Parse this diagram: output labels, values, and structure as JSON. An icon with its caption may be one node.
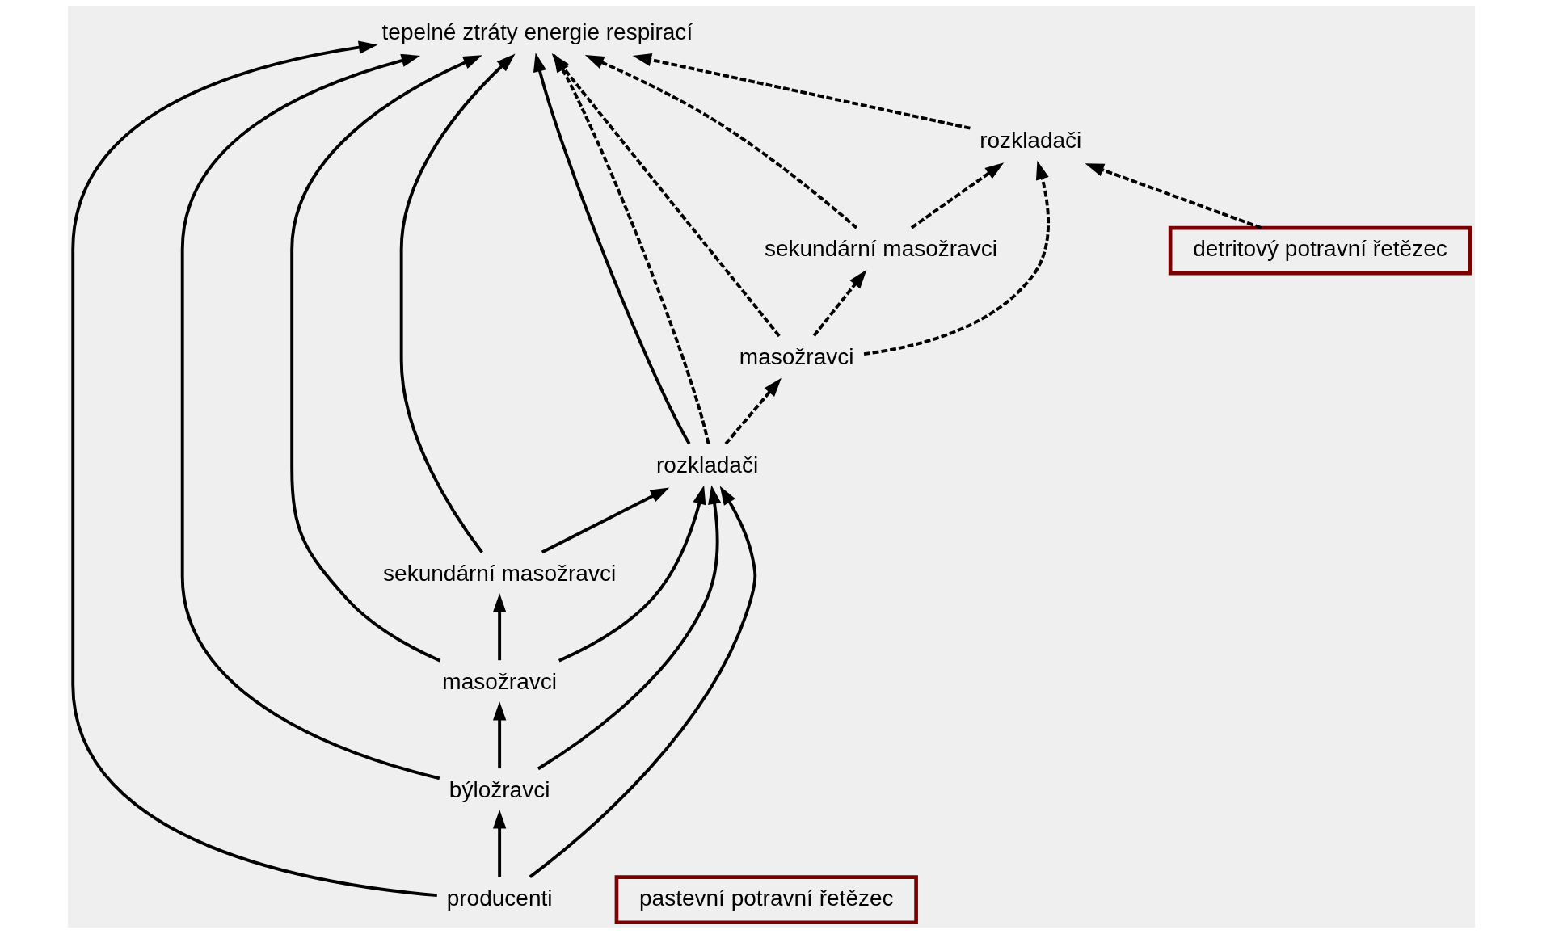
{
  "diagram": {
    "nodes": [
      {
        "text": [
          "tepelné ztráty energie respirací"
        ]
      },
      {
        "text": [
          "producenti"
        ]
      },
      {
        "text": [
          "býložravci"
        ]
      },
      {
        "text": [
          "masožravci"
        ]
      },
      {
        "text": [
          "sekundární masožravci"
        ]
      },
      {
        "text": [
          "rozkladači"
        ]
      },
      {
        "text": [
          "masožravci"
        ]
      },
      {
        "text": [
          "sekundární masožravci"
        ]
      },
      {
        "text": [
          "rozkladači"
        ]
      },
      {
        "text": [
          "pastevní potravní řetězec"
        ]
      },
      {
        "text": [
          "detritový potravní řetězec"
        ]
      }
    ],
    "edges": [
      {
        "from": 1,
        "to": 2,
        "arrow": "to"
      },
      {
        "from": 2,
        "to": 3,
        "arrow": "to"
      },
      {
        "from": 3,
        "to": 4,
        "arrow": "to"
      },
      {
        "from": 1,
        "to": 0,
        "arrow": "to"
      },
      {
        "from": 2,
        "to": 0,
        "arrow": "to"
      },
      {
        "from": 3,
        "to": 0,
        "arrow": "to"
      },
      {
        "from": 4,
        "to": 0,
        "arrow": "to"
      },
      {
        "from": 5,
        "to": 0,
        "arrow": "to"
      },
      {
        "from": 1,
        "to": 5,
        "arrow": "to"
      },
      {
        "from": 2,
        "to": 5,
        "arrow": "to"
      },
      {
        "from": 3,
        "to": 5,
        "arrow": "to"
      },
      {
        "from": 4,
        "to": 5,
        "arrow": "to"
      },
      {
        "from": 5,
        "to": 6,
        "arrow": "to",
        "style": "dashed"
      },
      {
        "from": 6,
        "to": 7,
        "arrow": "to",
        "style": "dashed"
      },
      {
        "from": 5,
        "to": 0,
        "arrow": "to",
        "style": "dashed"
      },
      {
        "from": 6,
        "to": 0,
        "arrow": "to",
        "style": "dashed"
      },
      {
        "from": 7,
        "to": 0,
        "arrow": "to",
        "style": "dashed"
      },
      {
        "from": 8,
        "to": 0,
        "arrow": "to",
        "style": "dashed"
      },
      {
        "from": 6,
        "to": 8,
        "arrow": "to",
        "style": "dashed"
      },
      {
        "from": 7,
        "to": 8,
        "arrow": "to",
        "style": "dashed"
      },
      {
        "from": 10,
        "to": 8,
        "arrow": "to",
        "style": "dashed"
      }
    ]
  }
}
